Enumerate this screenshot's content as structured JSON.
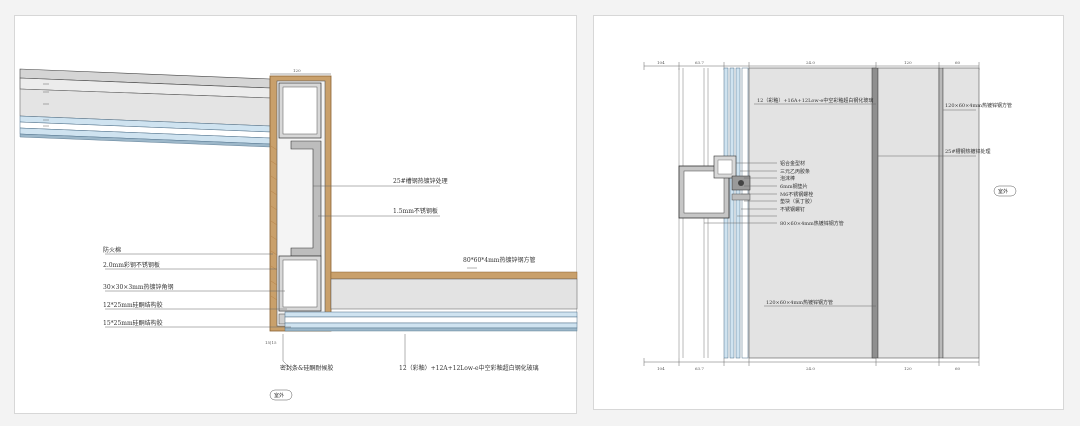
{
  "left_section": {
    "labels": {
      "steel_treatment": "25#槽钢热镀锌处理",
      "stainless_panel": "1.5mm不锈钢板",
      "fire_cotton": "防火棉",
      "stainless_sheet": "2.0mm彩钢不锈钢板",
      "angle_steel": "30×30×3mm热镀锌角钢",
      "sealant_12": "12*25mm硅酮结构胶",
      "sealant_15": "15*25mm硅酮结构胶",
      "square_tube": "80*60*4mm热镀锌钢方管",
      "bottom_sealant": "密封条&硅酮耐候胶",
      "glass_spec": "12（彩釉）+12A+12Low-e中空彩釉超白钢化玻璃",
      "exterior_tag": "室外"
    },
    "dimensions": {
      "top_width": "120",
      "bottom_width": "15|15"
    }
  },
  "right_section": {
    "labels": {
      "glass_spec": "12（彩釉）+16A+12Low-e中空彩釉超白钢化玻璃",
      "tube_top": "120×60×4mm热镀锌钢方管",
      "groove_steel": "25#槽钢热镀锌处理",
      "alu_profile": "铝合金型材",
      "rubber_strip": "三元乙丙胶条",
      "foam_rod": "泡沫棒",
      "washer": "6mm钢垫片",
      "bolt": "M6不锈钢螺栓",
      "spacer": "垫块（氯丁胶）",
      "stainless_screw": "不锈钢螺钉",
      "square_tube_small": "80×60×4mm热镀锌钢方管",
      "tube_bottom": "120×60×4mm热镀锌钢方管",
      "exterior_tag": "室外"
    },
    "dimensions": {
      "top_left_a": "104",
      "top_left_b": "63.7",
      "top_mid": "24.0",
      "top_right_a": "120",
      "top_right_b": "60",
      "bottom_left_a": "104",
      "bottom_left_b": "63.7",
      "bottom_mid": "24.0",
      "bottom_right_a": "120",
      "bottom_right_b": "60"
    }
  },
  "colors": {
    "wood": "#c9a06b",
    "wood_dark": "#8a6233",
    "steel_gray": "#c6c6c6",
    "glass_blue": "#cfe3f0",
    "panel_gray": "#e3e3e3",
    "line": "#555555"
  }
}
